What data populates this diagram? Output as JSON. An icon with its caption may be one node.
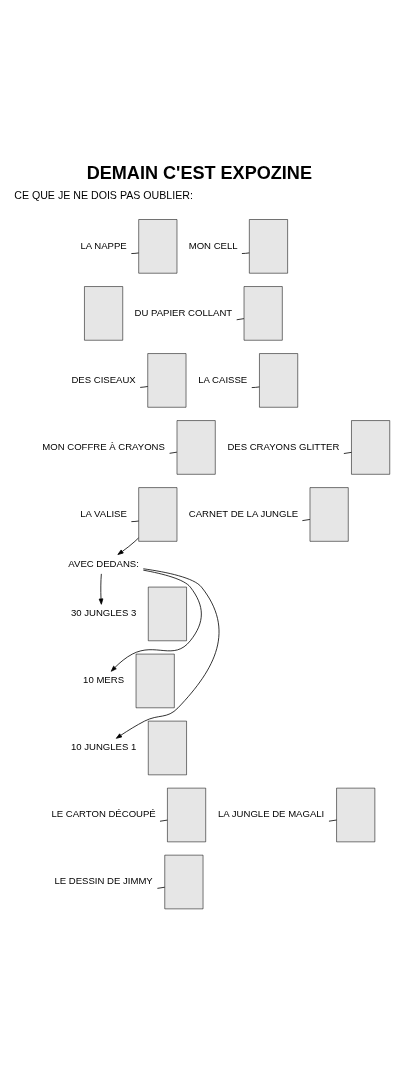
{
  "diagram": {
    "title": "DEMAIN C'EST EXPOZINE",
    "nodes": [
      {
        "text": [],
        "shape": "box"
      },
      {
        "text": [
          "LA NAPPE"
        ]
      },
      {
        "text": [],
        "shape": "box"
      },
      {
        "text": [],
        "shape": "box"
      },
      {
        "text": [
          "MON CELL"
        ]
      },
      {
        "text": [],
        "shape": "box"
      },
      {
        "text": [
          "DU PAPIER COLLANT"
        ]
      },
      {
        "text": [],
        "shape": "box"
      },
      {
        "text": [
          "DES CISEAUX"
        ]
      },
      {
        "text": [],
        "shape": "box"
      },
      {
        "text": [
          "LA CAISSE"
        ]
      },
      {
        "text": [],
        "shape": "box"
      },
      {
        "text": [
          "MON COFFRE À CRAYONS"
        ]
      },
      {
        "text": [],
        "shape": "box"
      },
      {
        "text": [
          "DES CRAYONS GLITTER"
        ]
      },
      {
        "text": [
          "LA VALISE"
        ]
      },
      {
        "text": [],
        "shape": "box"
      },
      {
        "text": [],
        "shape": "box"
      },
      {
        "text": [
          "CARNET DE LA JUNGLE"
        ]
      },
      {
        "text": [
          "AVEC DEDANS:"
        ]
      },
      {
        "text": [
          "30 JUNGLES 3"
        ]
      },
      {
        "text": [],
        "shape": "box"
      },
      {
        "text": [],
        "shape": "box"
      },
      {
        "text": [
          "LE CARTON DÉCOUPÉ"
        ]
      },
      {
        "text": [
          "10 MERS"
        ]
      },
      {
        "text": [],
        "shape": "box"
      },
      {
        "text": [],
        "shape": "box"
      },
      {
        "text": [
          "LA JUNGLE DE MAGALI"
        ]
      },
      {
        "text": [
          "10 JUNGLES 1"
        ]
      },
      {
        "text": [],
        "shape": "box"
      },
      {
        "text": [],
        "shape": "box"
      },
      {
        "text": [
          "LE DESSIN DE JIMMY"
        ]
      }
    ],
    "edges": [
      {
        "from": 1,
        "to": 0,
        "arrow": "none"
      },
      {
        "from": 4,
        "to": 3,
        "arrow": "none"
      },
      {
        "from": 6,
        "to": 5,
        "arrow": "none"
      },
      {
        "from": 8,
        "to": 7,
        "arrow": "none"
      },
      {
        "from": 10,
        "to": 9,
        "arrow": "none"
      },
      {
        "from": 12,
        "to": 11,
        "arrow": "none"
      },
      {
        "from": 14,
        "to": 13,
        "arrow": "none"
      },
      {
        "from": 15,
        "to": 16,
        "arrow": "none"
      },
      {
        "from": 18,
        "to": 17,
        "arrow": "none"
      },
      {
        "from": 16,
        "to": 19,
        "arrow": "to"
      },
      {
        "from": 19,
        "to": 20,
        "arrow": "to"
      },
      {
        "from": 23,
        "to": 22,
        "arrow": "none"
      },
      {
        "from": 19,
        "to": 24,
        "arrow": "to"
      },
      {
        "from": 27,
        "to": 26,
        "arrow": "none"
      },
      {
        "from": 19,
        "to": 28,
        "arrow": "to"
      },
      {
        "from": 31,
        "to": 30,
        "arrow": "none"
      }
    ],
    "labels": [
      "CE QUE JE NE DOIS PAS OUBLIER:"
    ]
  }
}
